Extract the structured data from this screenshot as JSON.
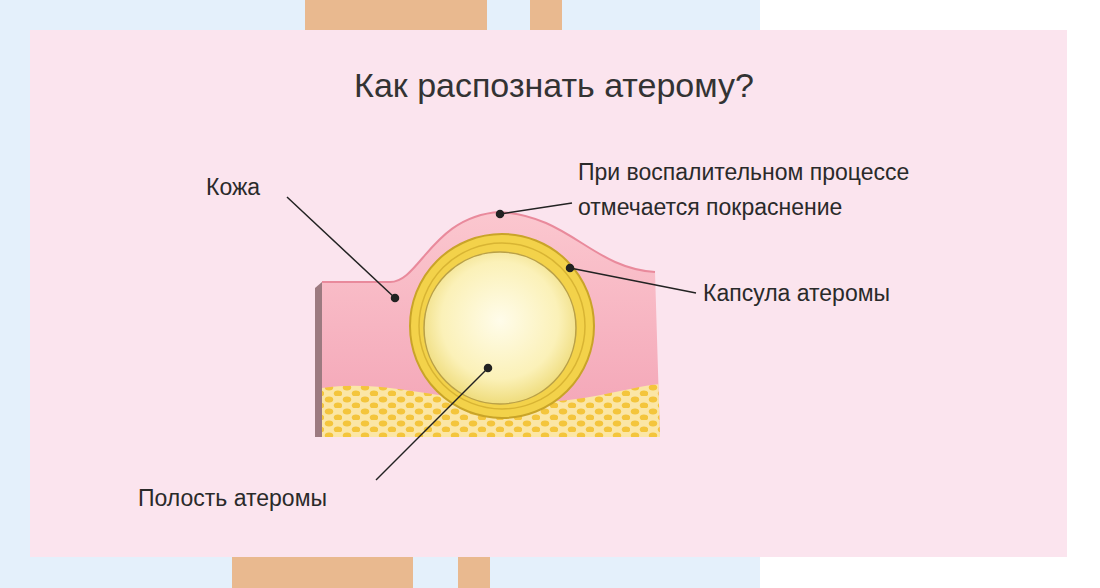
{
  "diagram": {
    "title": "Как распознать атерому?",
    "labels": [
      "Кожа",
      "При воспалительном процессе отмечается покраснение",
      "Капсула атеромы",
      "Полость атеромы"
    ]
  }
}
